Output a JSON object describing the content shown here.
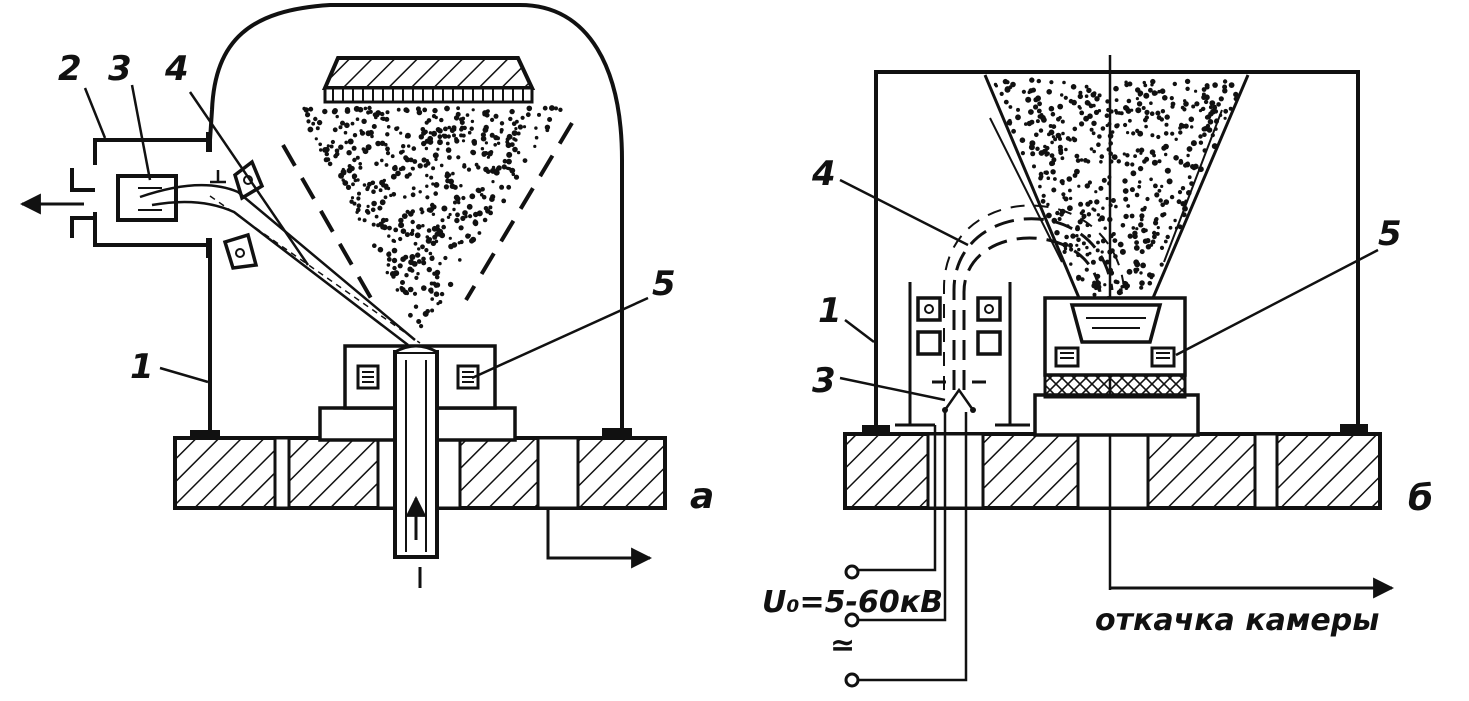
{
  "figure_a": {
    "panel_letter": "a",
    "callouts": {
      "n1": "1",
      "n2": "2",
      "n3": "3",
      "n4": "4",
      "n5": "5"
    }
  },
  "figure_b": {
    "panel_letter": "б",
    "callouts": {
      "n1": "1",
      "n3": "3",
      "n4": "4",
      "n5": "5"
    },
    "voltage_label": "U₀=5-60кВ",
    "ac_symbol": "≃",
    "pump_label": "откачка камеры"
  },
  "colors": {
    "ink": "#111111",
    "paper": "#ffffff"
  }
}
